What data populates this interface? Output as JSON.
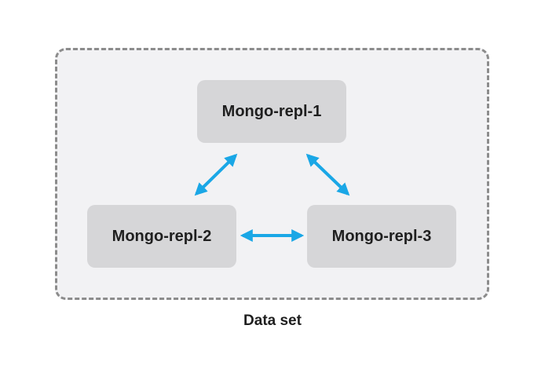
{
  "diagram": {
    "nodes": [
      {
        "id": "node-1",
        "label": "Mongo-repl-1"
      },
      {
        "id": "node-2",
        "label": "Mongo-repl-2"
      },
      {
        "id": "node-3",
        "label": "Mongo-repl-3"
      }
    ],
    "edges": [
      {
        "from": "Mongo-repl-1",
        "to": "Mongo-repl-2",
        "direction": "both"
      },
      {
        "from": "Mongo-repl-1",
        "to": "Mongo-repl-3",
        "direction": "both"
      },
      {
        "from": "Mongo-repl-2",
        "to": "Mongo-repl-3",
        "direction": "both"
      }
    ],
    "group_label": "Data set",
    "colors": {
      "arrow": "#1aa7e6",
      "node_fill": "#d6d6d8",
      "group_fill": "#f2f2f4",
      "group_border": "#8c8c8c"
    }
  }
}
